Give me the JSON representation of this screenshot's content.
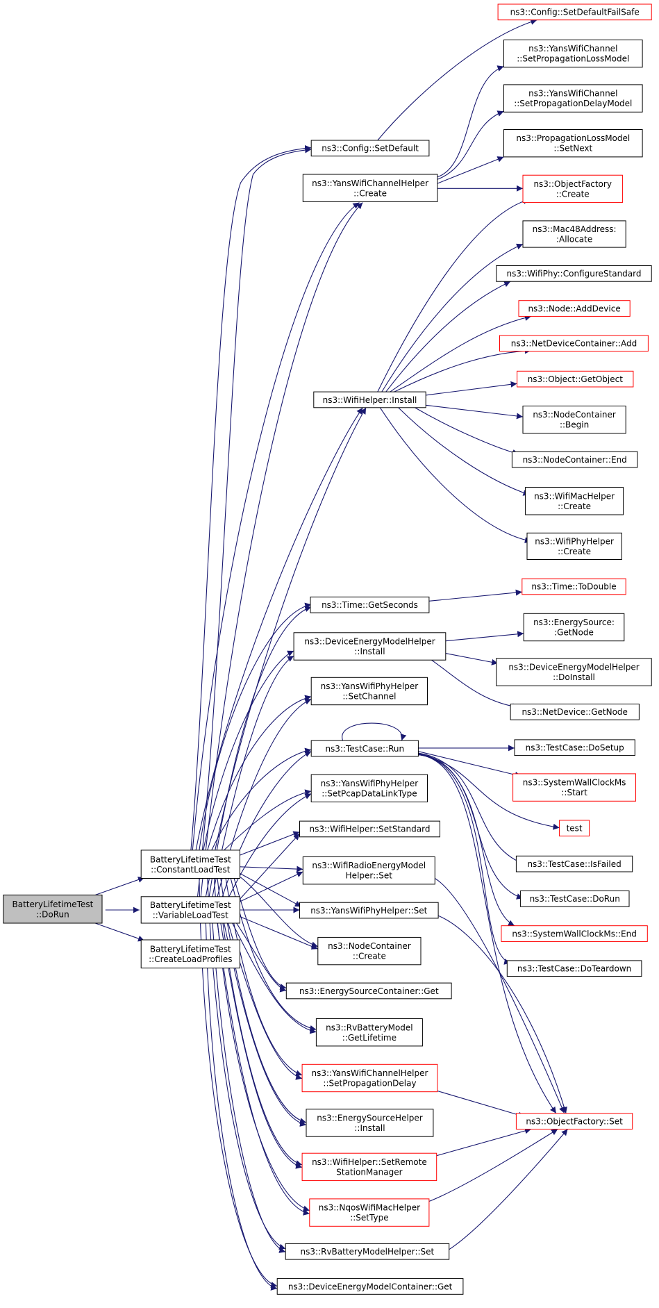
{
  "colors": {
    "edge": "#191970",
    "border_normal": "#000000",
    "border_incomplete": "#ff0000",
    "root_fill": "#bfbfbf",
    "node_fill": "#ffffff"
  },
  "nodes": {
    "n_dorun": {
      "lines": [
        "BatteryLifetimeTest",
        "::DoRun"
      ],
      "style": "root"
    },
    "n_const": {
      "lines": [
        "BatteryLifetimeTest",
        "::ConstantLoadTest"
      ],
      "style": "normal"
    },
    "n_var": {
      "lines": [
        "BatteryLifetimeTest",
        "::VariableLoadTest"
      ],
      "style": "normal"
    },
    "n_clp": {
      "lines": [
        "BatteryLifetimeTest",
        "::CreateLoadProfiles"
      ],
      "style": "normal"
    },
    "n_setdef": {
      "lines": [
        "ns3::Config::SetDefault"
      ],
      "style": "normal"
    },
    "n_setdeffs": {
      "lines": [
        "ns3::Config::SetDefaultFailSafe"
      ],
      "style": "red"
    },
    "n_ywch_create": {
      "lines": [
        "ns3::YansWifiChannelHelper",
        "::Create"
      ],
      "style": "normal"
    },
    "n_ywc_spl": {
      "lines": [
        "ns3::YansWifiChannel",
        "::SetPropagationLossModel"
      ],
      "style": "normal"
    },
    "n_ywc_spd": {
      "lines": [
        "ns3::YansWifiChannel",
        "::SetPropagationDelayModel"
      ],
      "style": "normal"
    },
    "n_plm_next": {
      "lines": [
        "ns3::PropagationLossModel",
        "::SetNext"
      ],
      "style": "normal"
    },
    "n_of_create": {
      "lines": [
        "ns3::ObjectFactory",
        "::Create"
      ],
      "style": "red"
    },
    "n_mac48": {
      "lines": [
        "ns3::Mac48Address:",
        ":Allocate"
      ],
      "style": "normal"
    },
    "n_wifiphy_cs": {
      "lines": [
        "ns3::WifiPhy::ConfigureStandard"
      ],
      "style": "normal"
    },
    "n_node_add": {
      "lines": [
        "ns3::Node::AddDevice"
      ],
      "style": "red"
    },
    "n_ndc_add": {
      "lines": [
        "ns3::NetDeviceContainer::Add"
      ],
      "style": "red"
    },
    "n_obj_get": {
      "lines": [
        "ns3::Object::GetObject"
      ],
      "style": "red"
    },
    "n_nc_begin": {
      "lines": [
        "ns3::NodeContainer",
        "::Begin"
      ],
      "style": "normal"
    },
    "n_nc_end": {
      "lines": [
        "ns3::NodeContainer::End"
      ],
      "style": "normal"
    },
    "n_wmh_create": {
      "lines": [
        "ns3::WifiMacHelper",
        "::Create"
      ],
      "style": "normal"
    },
    "n_wph_create": {
      "lines": [
        "ns3::WifiPhyHelper",
        "::Create"
      ],
      "style": "normal"
    },
    "n_wh_install": {
      "lines": [
        "ns3::WifiHelper::Install"
      ],
      "style": "normal"
    },
    "n_time_gs": {
      "lines": [
        "ns3::Time::GetSeconds"
      ],
      "style": "normal"
    },
    "n_time_td": {
      "lines": [
        "ns3::Time::ToDouble"
      ],
      "style": "red"
    },
    "n_demh_install": {
      "lines": [
        "ns3::DeviceEnergyModelHelper",
        "::Install"
      ],
      "style": "normal"
    },
    "n_es_getnode": {
      "lines": [
        "ns3::EnergySource:",
        ":GetNode"
      ],
      "style": "normal"
    },
    "n_demh_doinstall": {
      "lines": [
        "ns3::DeviceEnergyModelHelper",
        "::DoInstall"
      ],
      "style": "normal"
    },
    "n_nd_getnode": {
      "lines": [
        "ns3::NetDevice::GetNode"
      ],
      "style": "normal"
    },
    "n_ywph_sc": {
      "lines": [
        "ns3::YansWifiPhyHelper",
        "::SetChannel"
      ],
      "style": "normal"
    },
    "n_tc_run": {
      "lines": [
        "ns3::TestCase::Run"
      ],
      "style": "normal"
    },
    "n_tc_dosetup": {
      "lines": [
        "ns3::TestCase::DoSetup"
      ],
      "style": "normal"
    },
    "n_swc_start": {
      "lines": [
        "ns3::SystemWallClockMs",
        "::Start"
      ],
      "style": "red"
    },
    "n_test": {
      "lines": [
        "test"
      ],
      "style": "red"
    },
    "n_tc_isfailed": {
      "lines": [
        "ns3::TestCase::IsFailed"
      ],
      "style": "normal"
    },
    "n_tc_dorun": {
      "lines": [
        "ns3::TestCase::DoRun"
      ],
      "style": "normal"
    },
    "n_swc_end": {
      "lines": [
        "ns3::SystemWallClockMs::End"
      ],
      "style": "red"
    },
    "n_tc_doteardown": {
      "lines": [
        "ns3::TestCase::DoTeardown"
      ],
      "style": "normal"
    },
    "n_ywph_spdlt": {
      "lines": [
        "ns3::YansWifiPhyHelper",
        "::SetPcapDataLinkType"
      ],
      "style": "normal"
    },
    "n_wh_ss": {
      "lines": [
        "ns3::WifiHelper::SetStandard"
      ],
      "style": "normal"
    },
    "n_wremh_set": {
      "lines": [
        "ns3::WifiRadioEnergyModel",
        "Helper::Set"
      ],
      "style": "normal"
    },
    "n_ywph_set": {
      "lines": [
        "ns3::YansWifiPhyHelper::Set"
      ],
      "style": "normal"
    },
    "n_nc_create": {
      "lines": [
        "ns3::NodeContainer",
        "::Create"
      ],
      "style": "normal"
    },
    "n_esc_get": {
      "lines": [
        "ns3::EnergySourceContainer::Get"
      ],
      "style": "normal"
    },
    "n_rvbm_gl": {
      "lines": [
        "ns3::RvBatteryModel",
        "::GetLifetime"
      ],
      "style": "normal"
    },
    "n_ywch_spd": {
      "lines": [
        "ns3::YansWifiChannelHelper",
        "::SetPropagationDelay"
      ],
      "style": "red"
    },
    "n_esh_install": {
      "lines": [
        "ns3::EnergySourceHelper",
        "::Install"
      ],
      "style": "normal"
    },
    "n_wh_srsm": {
      "lines": [
        "ns3::WifiHelper::SetRemote",
        "StationManager"
      ],
      "style": "red"
    },
    "n_nqos_st": {
      "lines": [
        "ns3::NqosWifiMacHelper",
        "::SetType"
      ],
      "style": "red"
    },
    "n_rvbmh_set": {
      "lines": [
        "ns3::RvBatteryModelHelper::Set"
      ],
      "style": "normal"
    },
    "n_demc_get": {
      "lines": [
        "ns3::DeviceEnergyModelContainer::Get"
      ],
      "style": "normal"
    },
    "n_of_set": {
      "lines": [
        "ns3::ObjectFactory::Set"
      ],
      "style": "red"
    }
  },
  "edges": [
    [
      "n_dorun",
      "n_const"
    ],
    [
      "n_dorun",
      "n_var"
    ],
    [
      "n_dorun",
      "n_clp"
    ],
    [
      "n_setdef",
      "n_setdeffs"
    ],
    [
      "n_ywch_create",
      "n_ywc_spl"
    ],
    [
      "n_ywch_create",
      "n_ywc_spd"
    ],
    [
      "n_ywch_create",
      "n_plm_next"
    ],
    [
      "n_ywch_create",
      "n_of_create"
    ],
    [
      "n_wh_install",
      "n_of_create"
    ],
    [
      "n_wh_install",
      "n_mac48"
    ],
    [
      "n_wh_install",
      "n_wifiphy_cs"
    ],
    [
      "n_wh_install",
      "n_node_add"
    ],
    [
      "n_wh_install",
      "n_ndc_add"
    ],
    [
      "n_wh_install",
      "n_obj_get"
    ],
    [
      "n_wh_install",
      "n_nc_begin"
    ],
    [
      "n_wh_install",
      "n_nc_end"
    ],
    [
      "n_wh_install",
      "n_wmh_create"
    ],
    [
      "n_wh_install",
      "n_wph_create"
    ],
    [
      "n_time_gs",
      "n_time_td"
    ],
    [
      "n_demh_install",
      "n_es_getnode"
    ],
    [
      "n_demh_install",
      "n_demh_doinstall"
    ],
    [
      "n_demh_install",
      "n_nd_getnode"
    ],
    [
      "n_tc_run",
      "n_tc_run"
    ],
    [
      "n_tc_run",
      "n_tc_dosetup"
    ],
    [
      "n_tc_run",
      "n_swc_start"
    ],
    [
      "n_tc_run",
      "n_test"
    ],
    [
      "n_tc_run",
      "n_tc_isfailed"
    ],
    [
      "n_tc_run",
      "n_tc_dorun"
    ],
    [
      "n_tc_run",
      "n_swc_end"
    ],
    [
      "n_tc_run",
      "n_tc_doteardown"
    ],
    [
      "n_tc_run",
      "n_of_set"
    ],
    [
      "n_wremh_set",
      "n_of_set"
    ],
    [
      "n_ywph_set",
      "n_of_set"
    ],
    [
      "n_ywch_spd",
      "n_of_set"
    ],
    [
      "n_wh_srsm",
      "n_of_set"
    ],
    [
      "n_nqos_st",
      "n_of_set"
    ],
    [
      "n_rvbmh_set",
      "n_of_set"
    ],
    [
      "n_const",
      "n_setdef"
    ],
    [
      "n_const",
      "n_ywch_create"
    ],
    [
      "n_const",
      "n_wh_install"
    ],
    [
      "n_const",
      "n_time_gs"
    ],
    [
      "n_const",
      "n_demh_install"
    ],
    [
      "n_const",
      "n_ywph_sc"
    ],
    [
      "n_const",
      "n_tc_run"
    ],
    [
      "n_const",
      "n_ywph_spdlt"
    ],
    [
      "n_const",
      "n_wh_ss"
    ],
    [
      "n_const",
      "n_wremh_set"
    ],
    [
      "n_const",
      "n_ywph_set"
    ],
    [
      "n_const",
      "n_nc_create"
    ],
    [
      "n_const",
      "n_esc_get"
    ],
    [
      "n_const",
      "n_rvbm_gl"
    ],
    [
      "n_const",
      "n_ywch_spd"
    ],
    [
      "n_const",
      "n_esh_install"
    ],
    [
      "n_const",
      "n_wh_srsm"
    ],
    [
      "n_const",
      "n_nqos_st"
    ],
    [
      "n_const",
      "n_rvbmh_set"
    ],
    [
      "n_const",
      "n_demc_get"
    ],
    [
      "n_var",
      "n_setdef"
    ],
    [
      "n_var",
      "n_ywch_create"
    ],
    [
      "n_var",
      "n_wh_install"
    ],
    [
      "n_var",
      "n_time_gs"
    ],
    [
      "n_var",
      "n_demh_install"
    ],
    [
      "n_var",
      "n_ywph_sc"
    ],
    [
      "n_var",
      "n_tc_run"
    ],
    [
      "n_var",
      "n_ywph_spdlt"
    ],
    [
      "n_var",
      "n_wh_ss"
    ],
    [
      "n_var",
      "n_wremh_set"
    ],
    [
      "n_var",
      "n_ywph_set"
    ],
    [
      "n_var",
      "n_nc_create"
    ],
    [
      "n_var",
      "n_esc_get"
    ],
    [
      "n_var",
      "n_rvbm_gl"
    ],
    [
      "n_var",
      "n_ywch_spd"
    ],
    [
      "n_var",
      "n_esh_install"
    ],
    [
      "n_var",
      "n_wh_srsm"
    ],
    [
      "n_var",
      "n_nqos_st"
    ],
    [
      "n_var",
      "n_rvbmh_set"
    ],
    [
      "n_var",
      "n_demc_get"
    ]
  ]
}
